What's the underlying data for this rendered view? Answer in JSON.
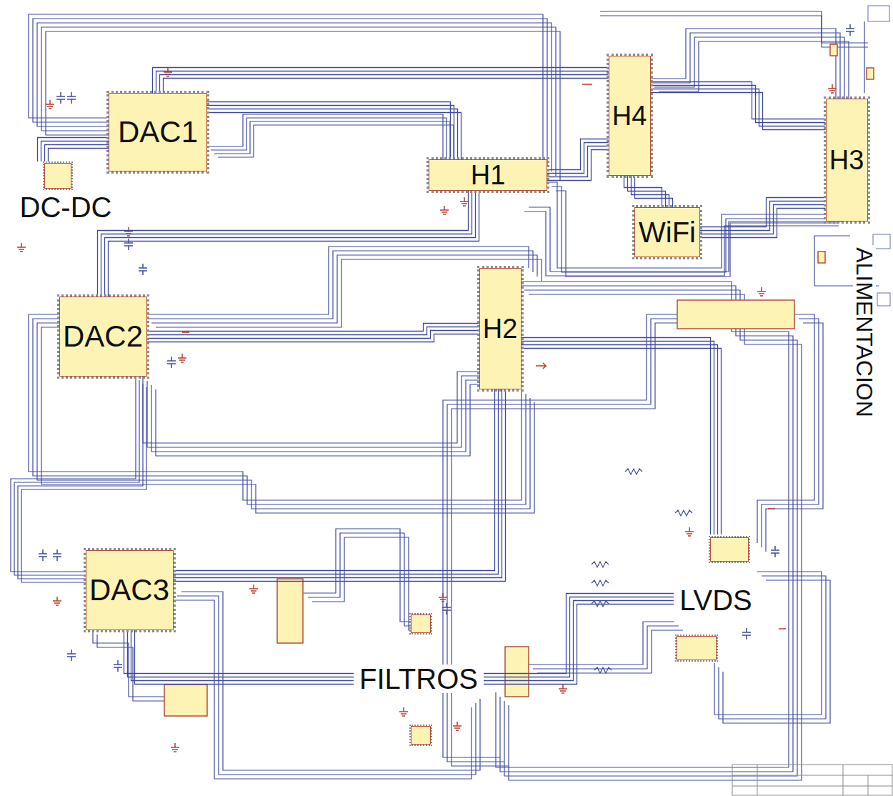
{
  "diagram": {
    "nodes": [
      {
        "text": [
          "DAC1"
        ]
      },
      {
        "text": [
          "H4"
        ]
      },
      {
        "text": [
          "H3"
        ]
      },
      {
        "text": [
          "DC-DC"
        ]
      },
      {
        "text": [
          "H1"
        ]
      },
      {
        "text": [
          "WiFi"
        ]
      },
      {
        "text": [
          "H2"
        ]
      },
      {
        "text": [
          "DAC2"
        ]
      },
      {
        "text": [
          "DAC3"
        ]
      },
      {
        "text": [
          "LVDS"
        ]
      },
      {
        "text": [
          "FILTROS"
        ]
      }
    ],
    "edges": [
      {
        "from": 0,
        "to": 4,
        "arrow": "none"
      },
      {
        "from": 0,
        "to": 1,
        "arrow": "none"
      },
      {
        "from": 4,
        "to": 1,
        "arrow": "none"
      },
      {
        "from": 1,
        "to": 2,
        "arrow": "none"
      },
      {
        "from": 1,
        "to": 5,
        "arrow": "none"
      },
      {
        "from": 3,
        "to": 0,
        "arrow": "none"
      },
      {
        "from": 7,
        "to": 6,
        "arrow": "none"
      },
      {
        "from": 8,
        "to": 6,
        "arrow": "none"
      },
      {
        "from": 6,
        "to": 9,
        "arrow": "none"
      },
      {
        "from": 5,
        "to": 2,
        "arrow": "none"
      },
      {
        "from": 7,
        "to": 4,
        "arrow": "none"
      },
      {
        "from": 10,
        "to": 9,
        "arrow": "none"
      },
      {
        "from": 8,
        "to": 10,
        "arrow": "none"
      }
    ],
    "labels": [
      "ALIMENTACION"
    ]
  }
}
